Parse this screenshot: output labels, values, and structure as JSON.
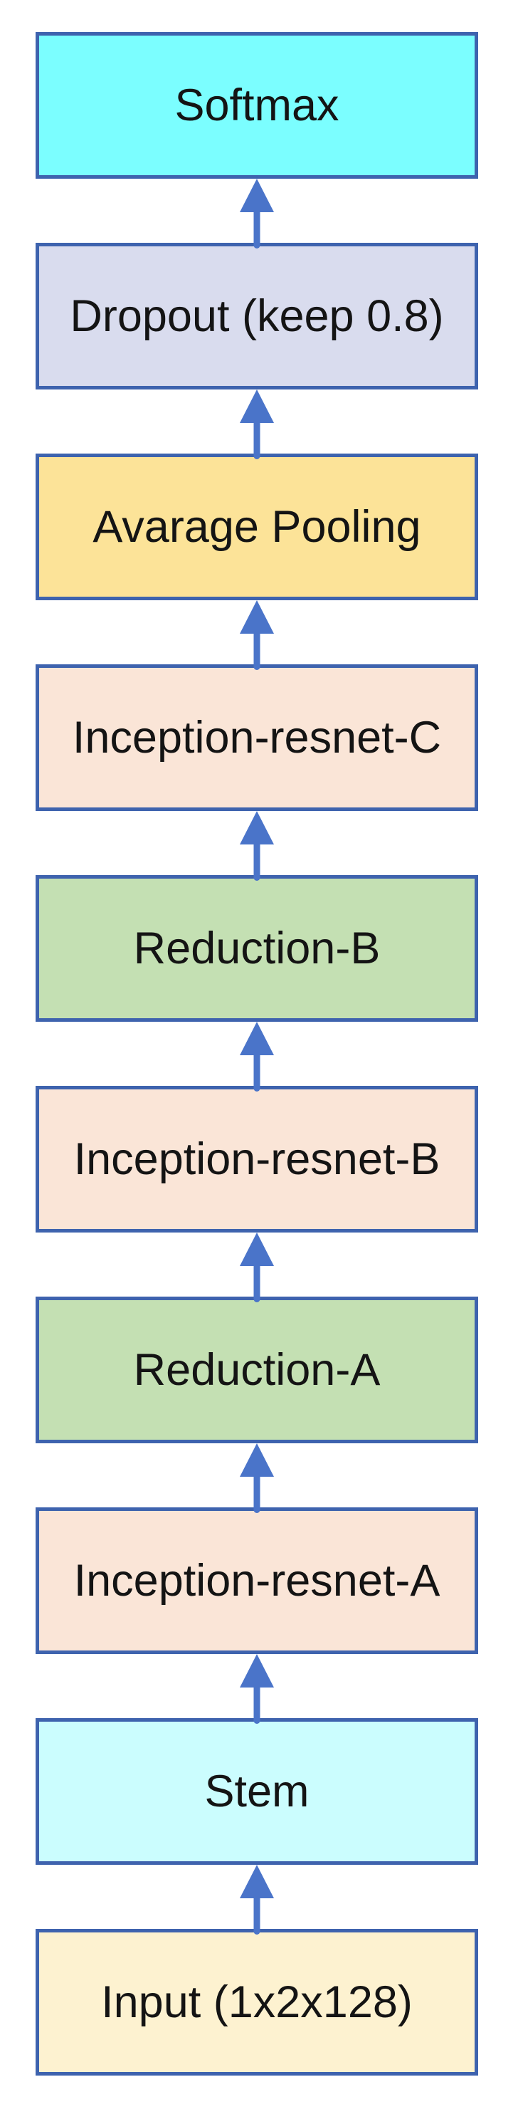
{
  "diagram": {
    "type": "vertical-flowchart",
    "flow_direction": "bottom-to-top",
    "theme": {
      "background": "#FFFFFF",
      "border_color": "#3E63AE",
      "arrow_color": "#4A74C9",
      "text_color": "#141414"
    },
    "arrows": {
      "count": 9,
      "direction": "up"
    },
    "nodes": [
      {
        "id": "softmax",
        "label": "Softmax",
        "fill": "#7BFEFF"
      },
      {
        "id": "dropout",
        "label": "Dropout (keep 0.8)",
        "fill": "#D9DCEE"
      },
      {
        "id": "average-pooling",
        "label": "Avarage Pooling",
        "fill": "#FCE398"
      },
      {
        "id": "inception-resnet-c",
        "label": "Inception-resnet-C",
        "fill": "#FAE5D7"
      },
      {
        "id": "reduction-b",
        "label": "Reduction-B",
        "fill": "#C4E0B3"
      },
      {
        "id": "inception-resnet-b",
        "label": "Inception-resnet-B",
        "fill": "#FAE5D7"
      },
      {
        "id": "reduction-a",
        "label": "Reduction-A",
        "fill": "#C4E0B3"
      },
      {
        "id": "inception-resnet-a",
        "label": "Inception-resnet-A",
        "fill": "#FAE5D7"
      },
      {
        "id": "stem",
        "label": "Stem",
        "fill": "#CBFDFE"
      },
      {
        "id": "input",
        "label": "Input (1x2x128)",
        "fill": "#FDF2D0"
      }
    ]
  }
}
